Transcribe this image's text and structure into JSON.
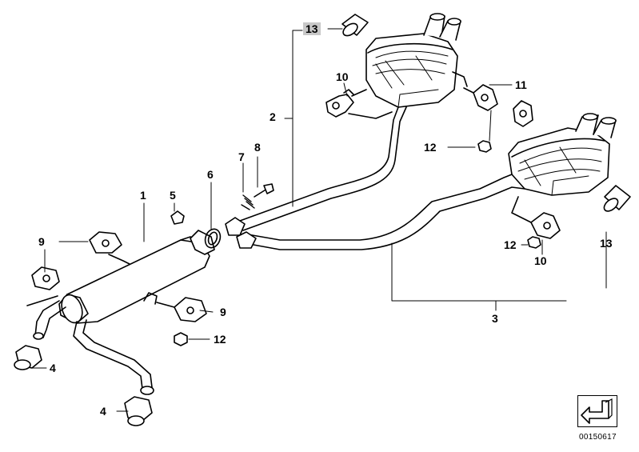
{
  "diagram": {
    "labels": {
      "p1": "1",
      "p2": "2",
      "p3": "3",
      "p4a": "4",
      "p4b": "4",
      "p5": "5",
      "p6": "6",
      "p7": "7",
      "p8": "8",
      "p9a": "9",
      "p9b": "9",
      "p10a": "10",
      "p10b": "10",
      "p11": "11",
      "p12a": "12",
      "p12b": "12",
      "p12c": "12",
      "p13a": "13",
      "p13b": "13"
    },
    "highlighted_part": "13",
    "document_number": "00150617",
    "icons": [
      "back-arrow-icon"
    ]
  }
}
